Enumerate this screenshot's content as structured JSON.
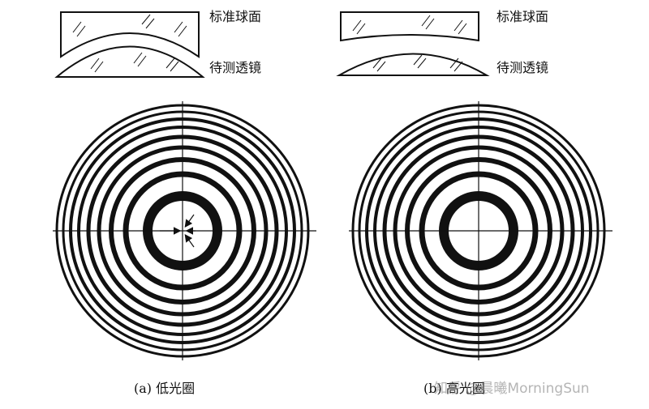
{
  "labels": {
    "standard_surface": "标准球面",
    "test_lens": "待测透镜"
  },
  "captions": {
    "a": "(a) 低光圈",
    "b": "(b) 高光圈"
  },
  "watermark": "知乎 @晨曦MorningSun",
  "colors": {
    "ink": "#111111",
    "background": "#ffffff"
  },
  "fringes": {
    "a": {
      "ring_count": 9,
      "inner_ring_bold": true,
      "arrow_markers": true
    },
    "b": {
      "ring_count": 9,
      "inner_ring_bold": true,
      "arrow_markers": false
    }
  }
}
